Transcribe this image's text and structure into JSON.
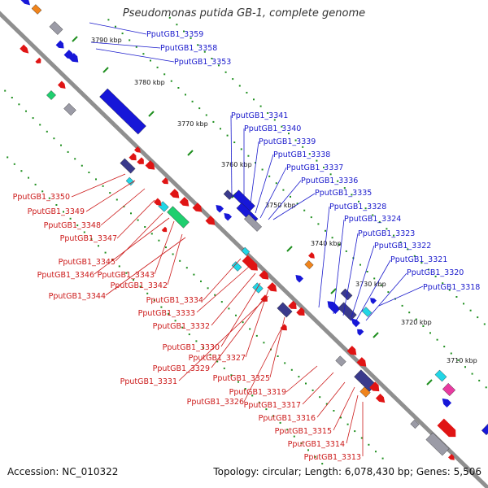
{
  "title": "Pseudomonas putida GB-1, complete genome",
  "footer": {
    "accession": "Accession: NC_010322",
    "topology": "Topology: circular; Length: 6,078,430 bp; Genes: 5,506"
  },
  "colors": {
    "backbone": "#8f8f8f",
    "forward_labels": "#1a1acc",
    "reverse_labels": "#cc1a1a",
    "tick": "#1f8f1f"
  },
  "scale_labels": [
    "3790 kbp",
    "3780 kbp",
    "3770 kbp",
    "3760 kbp",
    "3750 kbp",
    "3740 kbp",
    "3730 kbp",
    "3720 kbp",
    "3710 kbp"
  ],
  "forward_gene_labels": [
    "PputGB1_3359",
    "PputGB1_3358",
    "PputGB1_3353",
    "PputGB1_3341",
    "PputGB1_3340",
    "PputGB1_3339",
    "PputGB1_3338",
    "PputGB1_3337",
    "PputGB1_3336",
    "PputGB1_3335",
    "PputGB1_3328",
    "PputGB1_3324",
    "PputGB1_3323",
    "PputGB1_3322",
    "PputGB1_3321",
    "PputGB1_3320",
    "PputGB1_3318"
  ],
  "reverse_gene_labels": [
    "PputGB1_3350",
    "PputGB1_3349",
    "PputGB1_3348",
    "PputGB1_3347",
    "PputGB1_3345",
    "PputGB1_3346",
    "PputGB1_3343",
    "PputGB1_3342",
    "PputGB1_3344",
    "PputGB1_3334",
    "PputGB1_3333",
    "PputGB1_3332",
    "PputGB1_3330",
    "PputGB1_3327",
    "PputGB1_3329",
    "PputGB1_3331",
    "PputGB1_3325",
    "PputGB1_3319",
    "PputGB1_3326",
    "PputGB1_3317",
    "PputGB1_3316",
    "PputGB1_3315",
    "PputGB1_3314",
    "PputGB1_3313"
  ]
}
